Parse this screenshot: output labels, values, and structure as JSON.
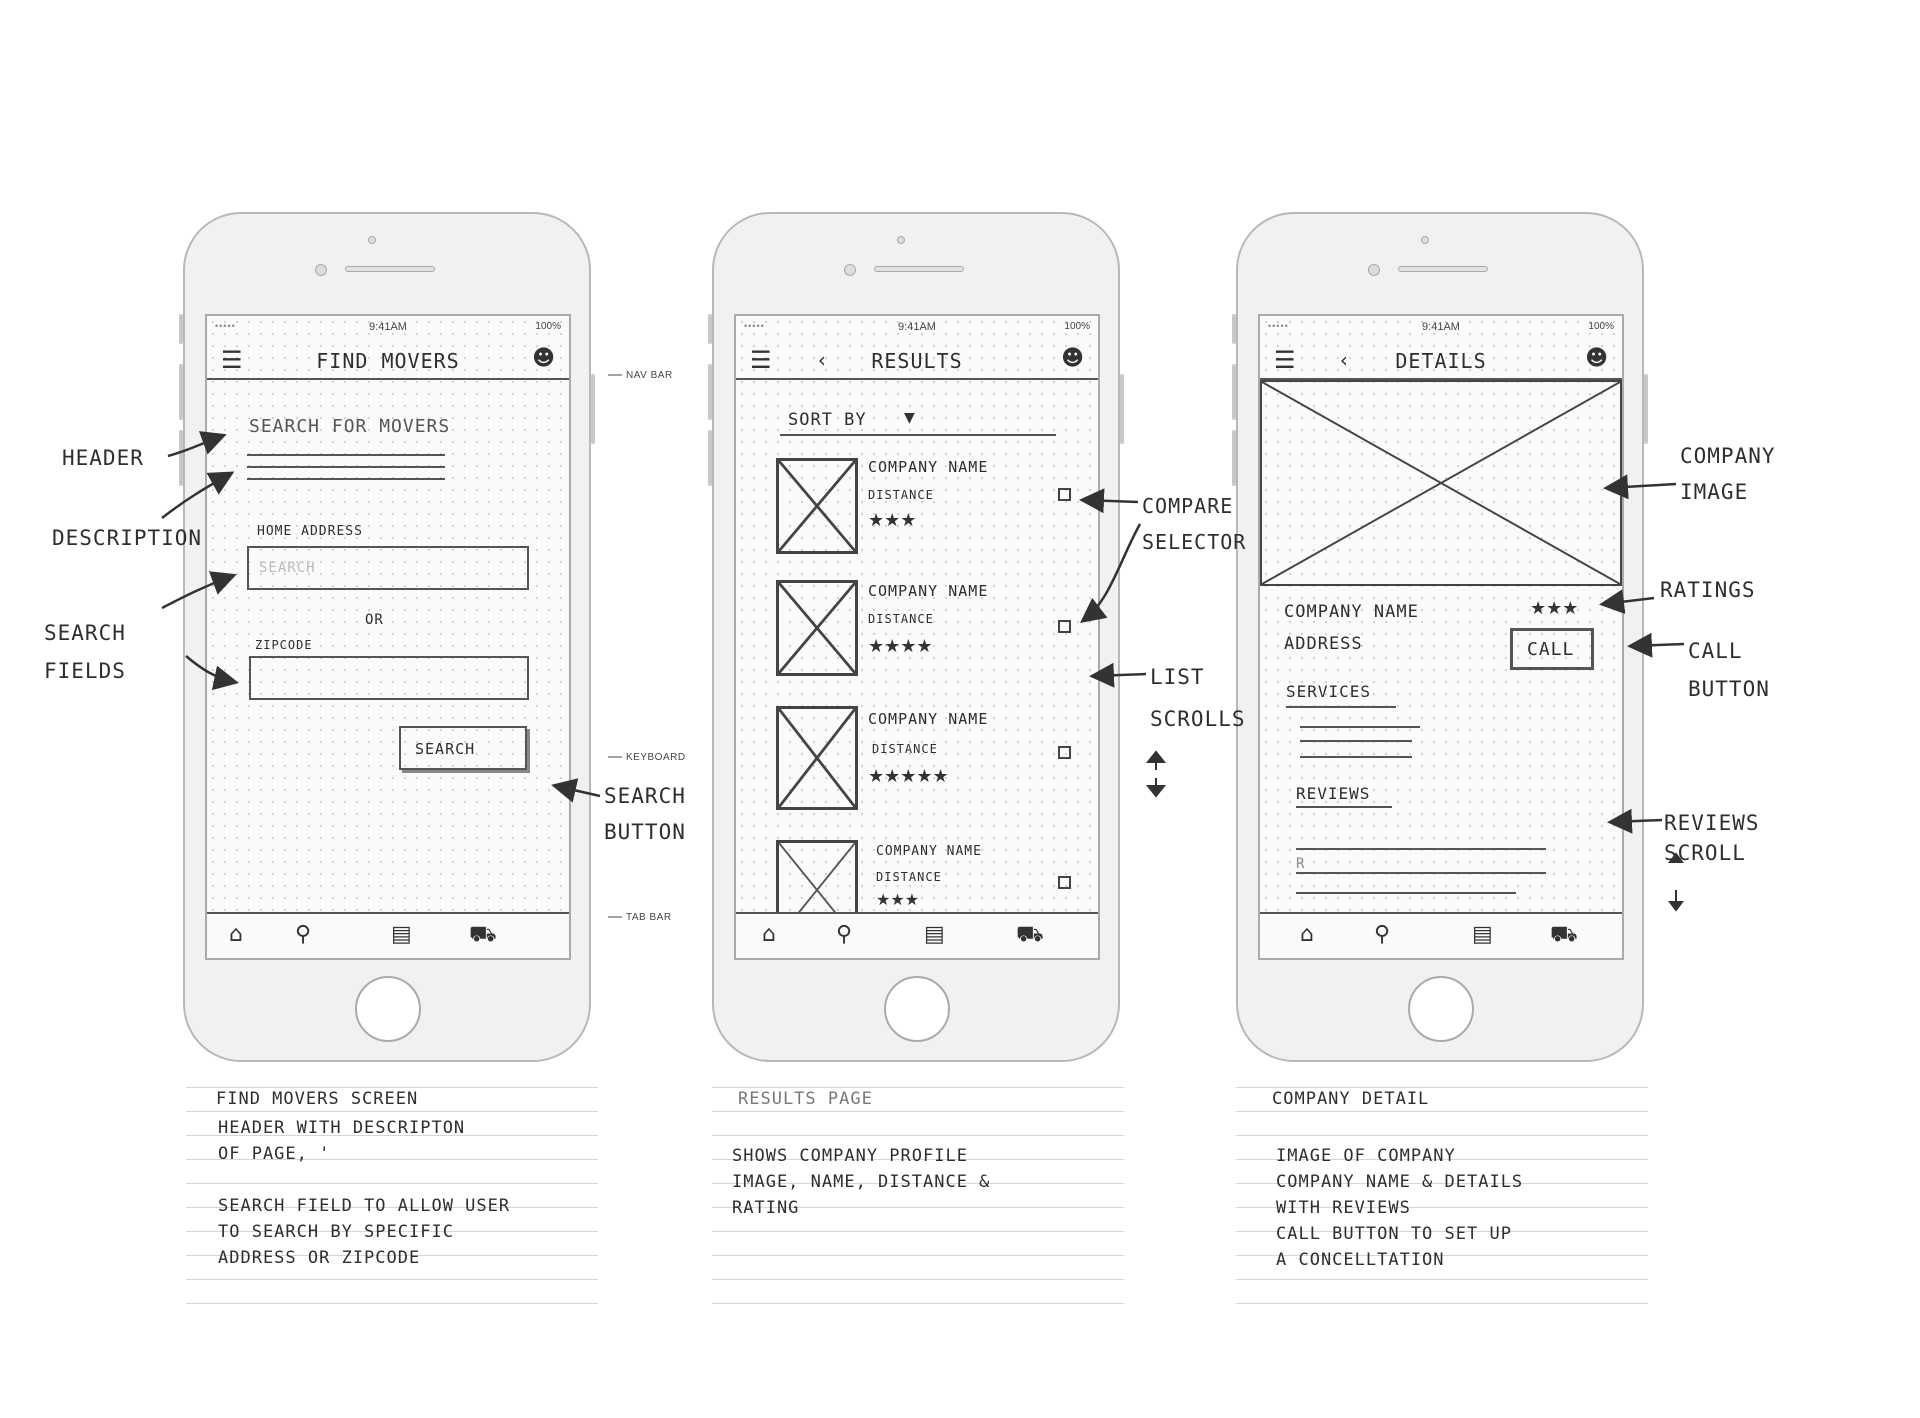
{
  "status_bar": {
    "time": "9:41AM",
    "battery": "100%",
    "signal": "•••••"
  },
  "phone1": {
    "title": "FIND MOVERS",
    "header": "SEARCH FOR MOVERS",
    "home_address_label": "HOME ADDRESS",
    "home_address_placeholder": "SEARCH",
    "or_label": "OR",
    "zipcode_label": "ZIPCODE",
    "search_button": "SEARCH"
  },
  "phone2": {
    "title": "RESULTS",
    "sort_label": "SORT BY",
    "items": [
      {
        "name": "COMPANY NAME",
        "distance": "DISTANCE",
        "rating": "★★★"
      },
      {
        "name": "COMPANY NAME",
        "distance": "DISTANCE",
        "rating": "★★★★"
      },
      {
        "name": "COMPANY NAME",
        "distance": "DISTANCE",
        "rating": "★★★★★"
      },
      {
        "name": "COMPANY NAME",
        "distance": "DISTANCE",
        "rating": "★★★"
      }
    ]
  },
  "phone3": {
    "title": "DETAILS",
    "company_name": "COMPANY NAME",
    "address": "ADDRESS",
    "rating": "★★★",
    "call_button": "CALL",
    "services_label": "SERVICES",
    "reviews_label": "REVIEWS",
    "review_initial": "R"
  },
  "annotations": {
    "header": "HEADER",
    "description": "DESCRIPTION",
    "search_fields": "SEARCH\nFIELDS",
    "nav_bar": "NAV BAR",
    "keyboard": "KEYBOARD",
    "tab_bar": "TAB BAR",
    "search_button": "SEARCH\nBUTTON",
    "compare_selector": "COMPARE\nSELECTOR",
    "list_scrolls": "LIST\nSCROLLS",
    "company_image": "COMPANY\nIMAGE",
    "ratings": "RATINGS",
    "call_button": "CALL\nBUTTON",
    "reviews_scroll": "REVIEWS\nSCROLL"
  },
  "notes": {
    "find_movers": {
      "title": "FIND MOVERS SCREEN",
      "body": "HEADER WITH DESCRIPTON\n  OF PAGE, '\n\n  SEARCH FIELD TO ALLOW USER\n  TO SEARCH BY SPECIFIC\nADDRESS OR ZIPCODE"
    },
    "results": {
      "title": "RESULTS PAGE",
      "body": "SHOWS COMPANY PROFILE\nIMAGE, NAME, DISTANCE &\nRATING"
    },
    "company_detail": {
      "title": "COMPANY DETAIL",
      "body": "IMAGE OF COMPANY\nCOMPANY NAME & DETAILS\nWITH REVIEWS\nCALL BUTTON TO SET UP\nA CONCELLTATION"
    }
  },
  "icons": [
    "menu-icon",
    "user-icon",
    "back-icon",
    "home-icon",
    "search-icon",
    "book-icon",
    "truck-icon",
    "chevron-down-icon"
  ]
}
